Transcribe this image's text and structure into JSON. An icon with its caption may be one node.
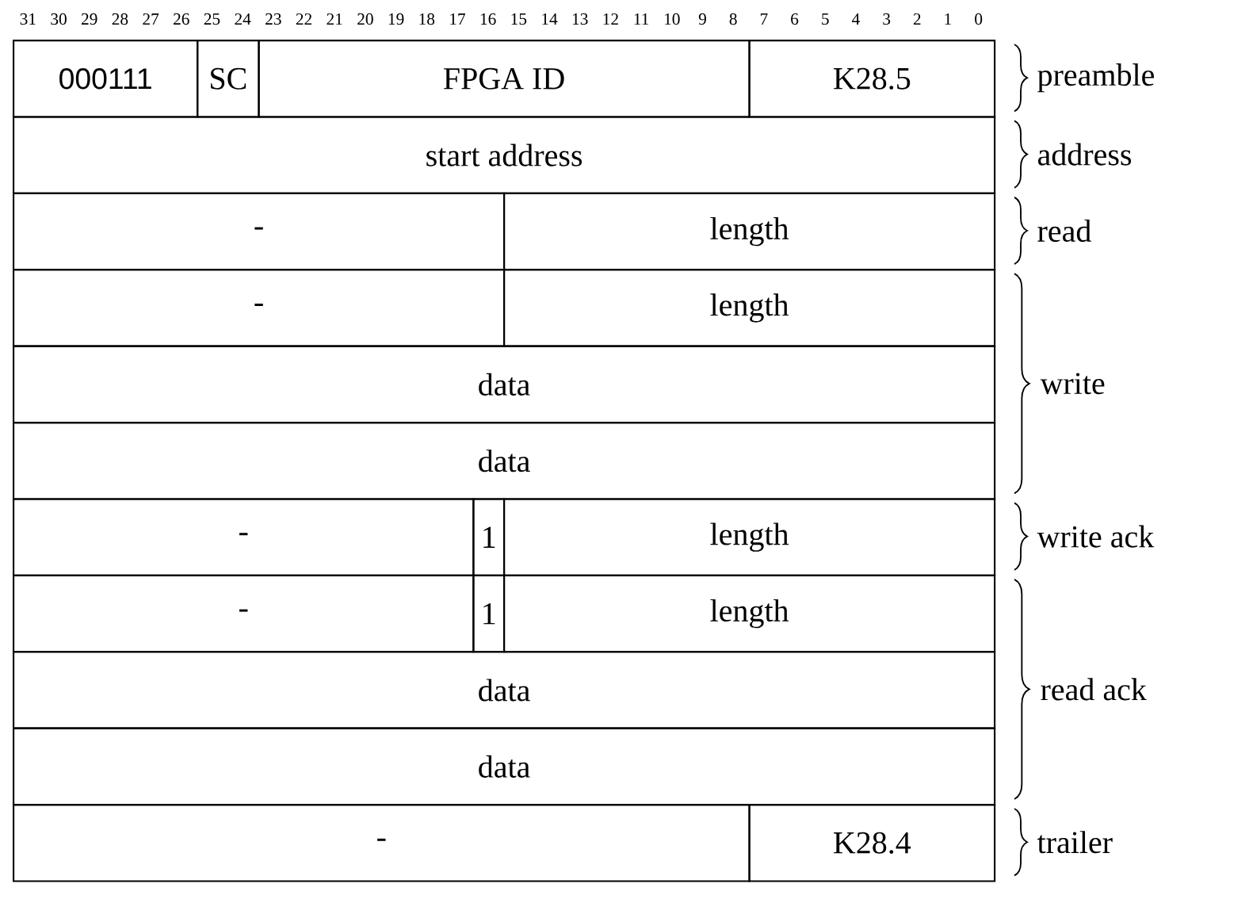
{
  "diagram": {
    "nodes": [
      {
        "text": [
          "000111"
        ]
      },
      {
        "text": [
          "SC"
        ]
      },
      {
        "text": [
          "FPGA ID"
        ]
      },
      {
        "text": [
          "K28.5"
        ]
      },
      {
        "text": [
          "start address"
        ]
      },
      {
        "text": [
          "-"
        ]
      },
      {
        "text": [
          "length"
        ]
      },
      {
        "text": [
          "-"
        ]
      },
      {
        "text": [
          "length"
        ]
      },
      {
        "text": [
          "data"
        ]
      },
      {
        "text": [
          "data"
        ]
      },
      {
        "text": [
          "-"
        ]
      },
      {
        "text": [
          "1"
        ]
      },
      {
        "text": [
          "length"
        ]
      },
      {
        "text": [
          "-"
        ]
      },
      {
        "text": [
          "1"
        ]
      },
      {
        "text": [
          "length"
        ]
      },
      {
        "text": [
          "data"
        ]
      },
      {
        "text": [
          "data"
        ]
      },
      {
        "text": [
          "-"
        ]
      },
      {
        "text": [
          "K28.4"
        ]
      }
    ],
    "labels": [
      "31",
      "30",
      "29",
      "28",
      "27",
      "26",
      "25",
      "24",
      "23",
      "22",
      "21",
      "20",
      "19",
      "18",
      "17",
      "16",
      "15",
      "14",
      "13",
      "12",
      "11",
      "10",
      "9",
      "8",
      "7",
      "6",
      "5",
      "4",
      "3",
      "2",
      "1",
      "0",
      "preamble",
      "address",
      "read",
      "write",
      "write ack",
      "read ack",
      "trailer"
    ]
  }
}
